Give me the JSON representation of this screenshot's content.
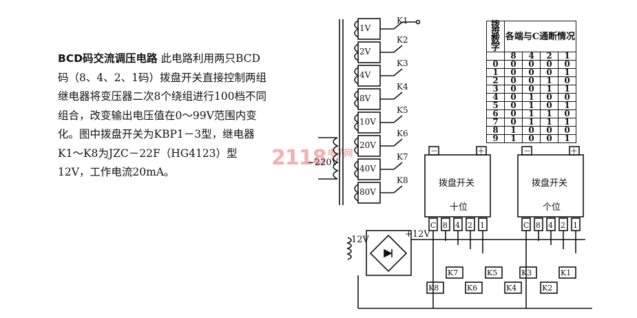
{
  "text": {
    "title": "BCD码交流调压电路",
    "body": "此电路利用两只BCD码（8、4、2、1码）拨盘开关直接控制两组继电器将变压器二次8个绕组进行100档不同组合，改变输出电压值在0～99V范围内变化。图中拨盘开关为KBP1－3型，继电器K1～K8为JZC－22F（HG4123）型12V，工作电流20mA。"
  },
  "watermark": {
    "main": "2118",
    "sub": "电子网"
  },
  "transformer": {
    "primary": "~220V",
    "windings": [
      "1V",
      "2V",
      "4V",
      "8V",
      "10V",
      "20V",
      "40V",
      "80V"
    ],
    "relays": [
      "K1",
      "K2",
      "K3",
      "K4",
      "K5",
      "K6",
      "K7",
      "K8"
    ]
  },
  "supply": {
    "sec": "12V",
    "out": "+12V"
  },
  "switches": [
    {
      "title": "拨盘开关",
      "digit": "十位",
      "minus": "－",
      "plus": "＋",
      "pins": [
        "C",
        "8",
        "4",
        "2",
        "1"
      ]
    },
    {
      "title": "拨盘开关",
      "digit": "个位",
      "minus": "－",
      "plus": "＋",
      "pins": [
        "C",
        "8",
        "4",
        "2",
        "1"
      ]
    }
  ],
  "coils": [
    "K8",
    "K7",
    "K6",
    "K5",
    "K4",
    "K3",
    "K2",
    "K1"
  ],
  "table": {
    "header1": "拨盘",
    "header2": "数字",
    "title": "各端与C通断情况",
    "cols": [
      "8",
      "4",
      "2",
      "1"
    ],
    "rows": [
      [
        "0",
        "0",
        "0",
        "0",
        "0"
      ],
      [
        "1",
        "0",
        "0",
        "0",
        "1"
      ],
      [
        "2",
        "0",
        "0",
        "1",
        "0"
      ],
      [
        "3",
        "0",
        "0",
        "1",
        "1"
      ],
      [
        "4",
        "0",
        "1",
        "0",
        "0"
      ],
      [
        "5",
        "0",
        "1",
        "0",
        "1"
      ],
      [
        "6",
        "0",
        "1",
        "1",
        "0"
      ],
      [
        "7",
        "0",
        "1",
        "1",
        "1"
      ],
      [
        "8",
        "1",
        "0",
        "0",
        "0"
      ],
      [
        "9",
        "1",
        "0",
        "0",
        "1"
      ]
    ]
  }
}
